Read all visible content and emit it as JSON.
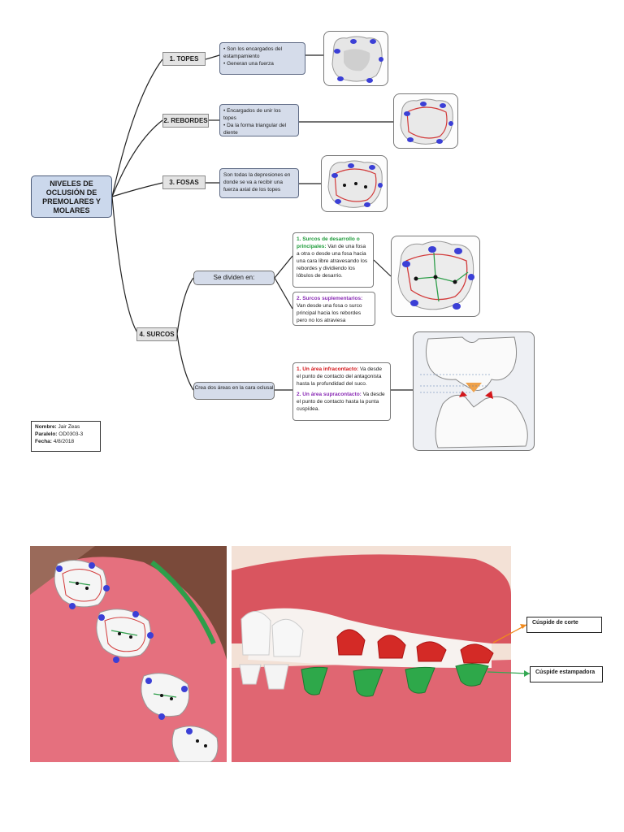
{
  "map": {
    "root": "NIVELES DE OCLUSIÓN DE PREMOLARES Y MOLARES",
    "topes": {
      "label": "1. TOPES",
      "desc1": "• Son los encargados del estampamiento",
      "desc2": "• Generan una fuerza"
    },
    "rebordes": {
      "label": "2. REBORDES",
      "desc1": "• Encargados de unir los topes",
      "desc2": "• Da la forma triangular del diente"
    },
    "fosas": {
      "label": "3. FOSAS",
      "desc": "Son todas la depresiones en donde se va a recibir una fuerza axial de los topes"
    },
    "surcos": {
      "label": "4. SURCOS",
      "divide": "Se dividen en:",
      "desarrollo_title": "1. Surcos de desarrollo o principales:",
      "desarrollo_text": "Van de una fosa a otra o desde una fosa hacia una cara libre atravesando los rebordes y dividiendo los lóbulos de desarrio.",
      "suplementarios_title": "2. Surcos suplementarios:",
      "suplementarios_text": "Van desde una fosa o surco principal hacia los rebordes pero no los atraviesa",
      "areas": "Crea dos áreas en la cara oclusal",
      "infra_title": "1. Un área infracontacto:",
      "infra_text": "Va desde el punto de contacto del antagonista hasta la profundidad del suco.",
      "supra_title": "2. Un área supracontacto:",
      "supra_text": "Va desde el punto de contacto hasta la punta cuspídea."
    }
  },
  "info": {
    "nombre_label": "Nombre:",
    "nombre": "Jair Zeas",
    "paralelo_label": "Paralelo:",
    "paralelo": "OD0303-3",
    "fecha_label": "Fecha:",
    "fecha": "4/8/2018"
  },
  "photos": {
    "cuspide_corte": "Cúspide de corte",
    "cuspide_estampadora": "Cúspide estampadora"
  },
  "colors": {
    "node_fill": "#d5dcea",
    "cusp_blue": "#3b3fd6",
    "ridge_red": "#d23a3a",
    "groove_green": "#2e9e4a",
    "gum_pink": "#e46e7c",
    "cut_arrow": "#f08a1d",
    "stamp_arrow": "#34a853"
  }
}
